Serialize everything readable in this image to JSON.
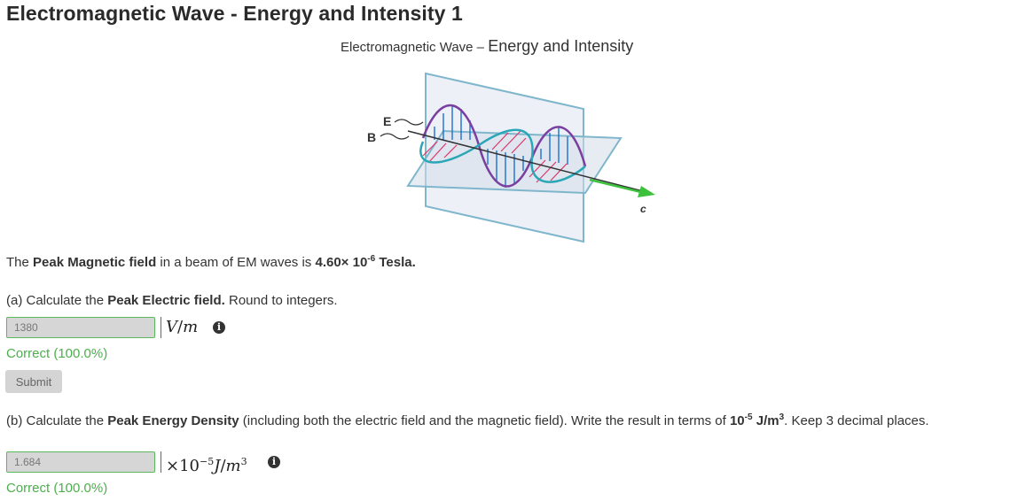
{
  "page": {
    "title": "Electromagnetic Wave - Energy and Intensity 1"
  },
  "figure": {
    "caption_part1": "Electromagnetic Wave – ",
    "caption_part2": "Energy and Intensity",
    "label_e": "E",
    "label_b": "B",
    "label_c": "c"
  },
  "problem": {
    "intro_1": "The ",
    "intro_bold": "Peak Magnetic field",
    "intro_2": " in a beam of EM waves is ",
    "value": "4.60× 10",
    "value_exp": "-6",
    "unit": " Tesla."
  },
  "part_a": {
    "text_1": "(a) Calculate the ",
    "text_bold": "Peak Electric field.",
    "text_2": " Round to integers.",
    "answer": "1380",
    "unit_v": "V",
    "unit_sep": "/",
    "unit_m": "m",
    "status": "Correct (100.0%)",
    "submit_label": "Submit"
  },
  "part_b": {
    "text_1": "(b) Calculate the ",
    "text_bold": "Peak Energy Density",
    "text_2": " (including both the electric field and the magnetic field). Write the result in terms of ",
    "base": "10",
    "exp": "-5",
    "unit": " J/m",
    "unit_exp": "3",
    "text_3": ". Keep 3 decimal places.",
    "answer": "1.684",
    "unit_times": "×10",
    "unit_times_exp": "−5",
    "unit_j": "J",
    "unit_sep": "/",
    "unit_m": "m",
    "unit_m_exp": "3",
    "status": "Correct (100.0%)"
  },
  "icons": {
    "info": "info-icon"
  },
  "colors": {
    "correct": "#4cae4c",
    "input_border": "#5cb85c",
    "wave_e": "#e0356a",
    "wave_b": "#1a6fd1",
    "arrow": "#3cc13c"
  }
}
